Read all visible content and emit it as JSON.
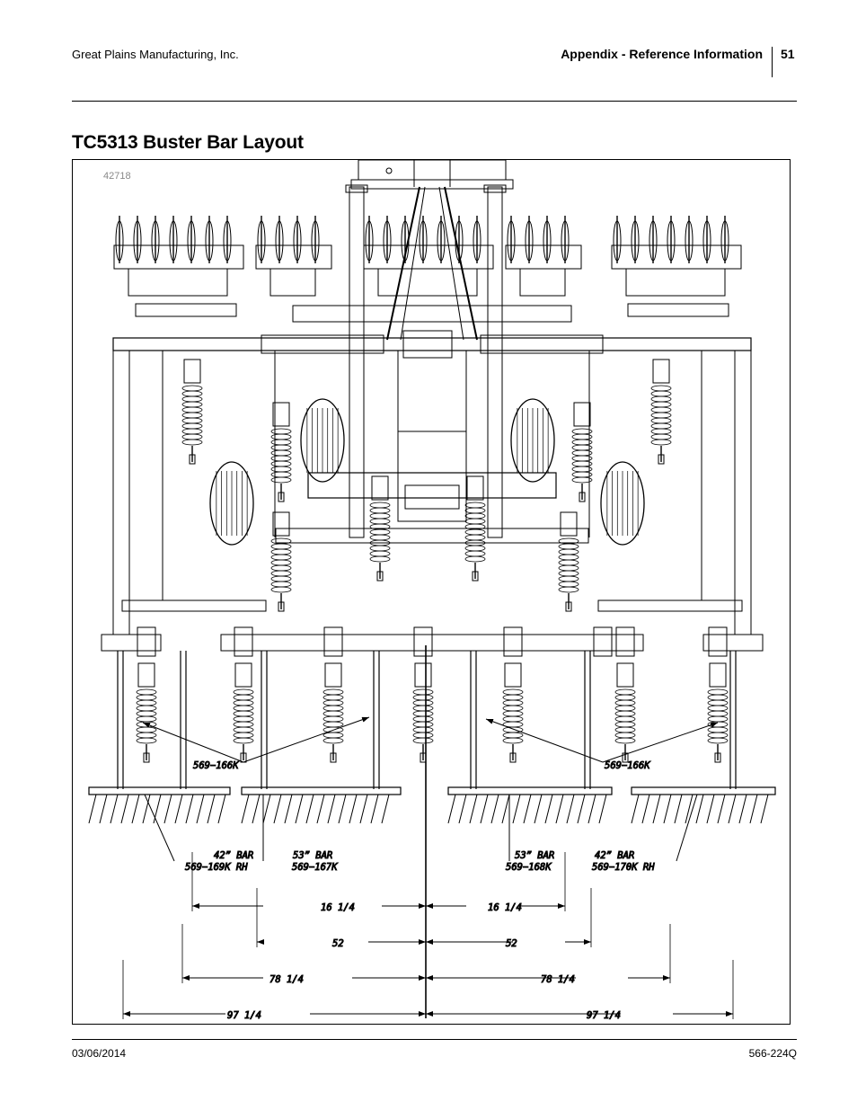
{
  "header": {
    "company": "Great Plains Manufacturing, Inc.",
    "section": "Appendix - Reference Information",
    "page_number": "51"
  },
  "title": "TC5313 Buster Bar Layout",
  "figure": {
    "figure_number": "42718",
    "callouts": {
      "left_part": "569−166K",
      "right_part": "569−166K",
      "bar_42_left": "42” BAR",
      "bar_42_left_pn": "569−169K RH",
      "bar_53_left": "53” BAR",
      "bar_53_left_pn": "569−167K",
      "bar_53_right": "53” BAR",
      "bar_53_right_pn": "569−168K",
      "bar_42_right": "42” BAR",
      "bar_42_right_pn": "569−170K RH"
    },
    "dimensions": {
      "inner_left": "16 1/4",
      "inner_right": "16 1/4",
      "mid_left": "52",
      "mid_right": "52",
      "outer_left": "78 1/4",
      "outer_right": "78 1/4",
      "full_left": "97 1/4",
      "full_right": "97 1/4"
    }
  },
  "footer": {
    "date": "03/06/2014",
    "doc_number": "566-224Q"
  }
}
